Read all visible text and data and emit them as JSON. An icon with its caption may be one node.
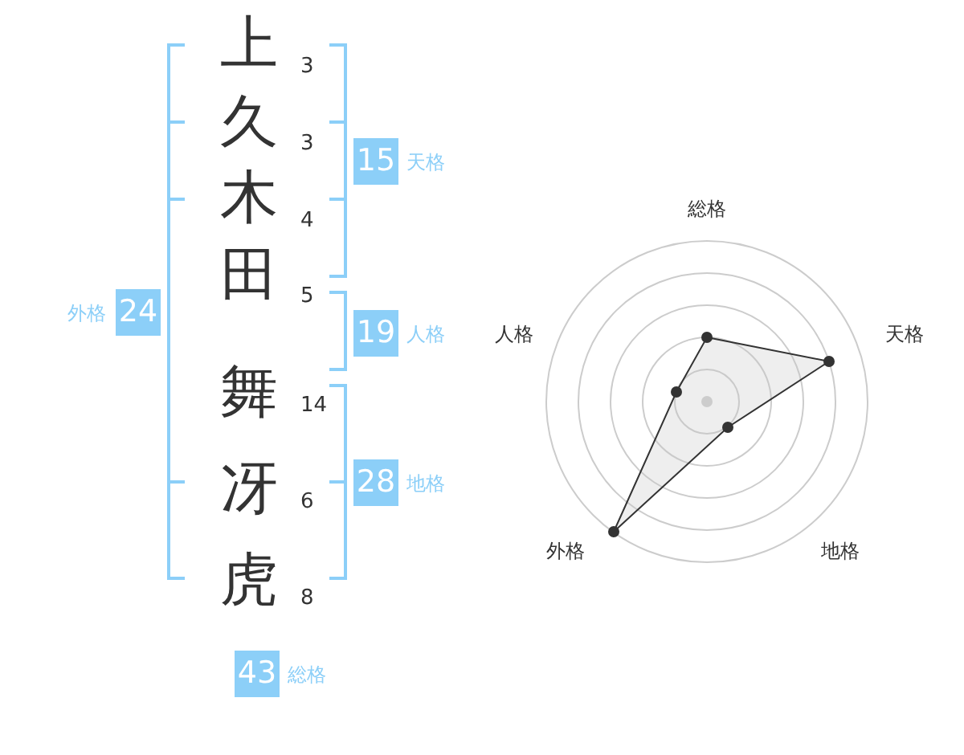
{
  "diagram": {
    "nodes": [
      {
        "text": [
          "15"
        ],
        "beside": [
          "天格"
        ]
      },
      {
        "text": [
          "24"
        ],
        "beside": [
          "外格"
        ]
      },
      {
        "text": [
          "19"
        ],
        "beside": [
          "人格"
        ]
      },
      {
        "text": [
          "28"
        ],
        "beside": [
          "地格"
        ]
      },
      {
        "text": [
          "43"
        ],
        "beside": [
          "総格"
        ]
      }
    ],
    "labels": [
      "上",
      "3",
      "久",
      "3",
      "木",
      "4",
      "田",
      "5",
      "舞",
      "14",
      "冴",
      "6",
      "虎",
      "8",
      "総格",
      "人格",
      "天格",
      "外格",
      "地格"
    ]
  }
}
